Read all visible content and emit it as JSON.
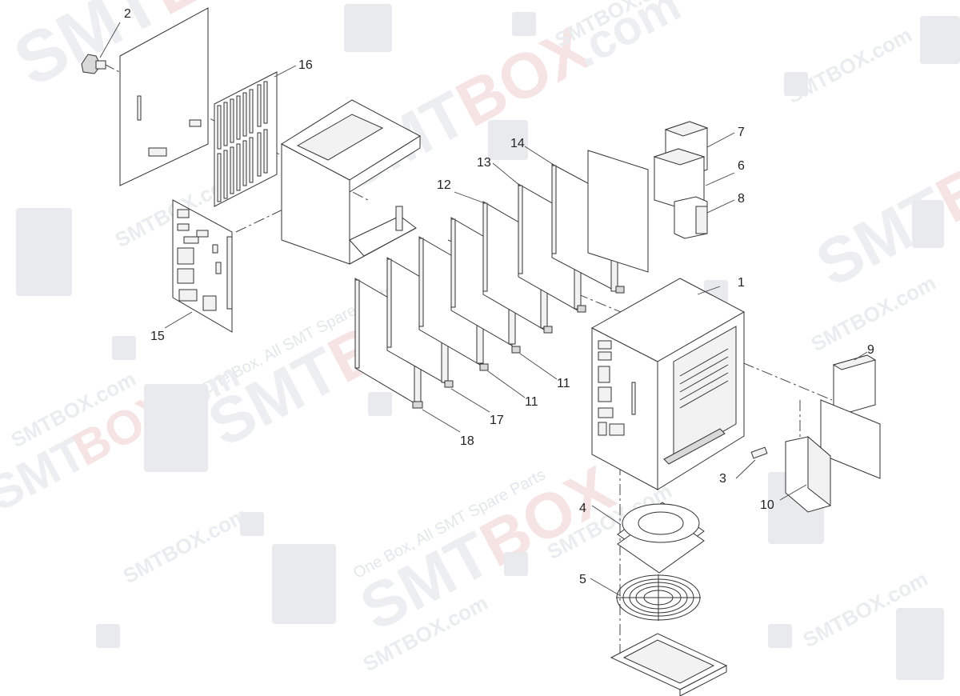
{
  "diagram": {
    "type": "exploded-view parts diagram",
    "colors": {
      "background": "#ffffff",
      "line": "#333333",
      "watermark_gray": "#e6e8ec",
      "watermark_red": "#f4dcdc"
    },
    "watermark": {
      "brand": "SMTBOX",
      "suffix": ".com",
      "tagline": "One Box, All SMT Spare Parts"
    },
    "callouts": [
      {
        "id": "c1",
        "label": "1",
        "part": "main-chassis-cabinet"
      },
      {
        "id": "c2",
        "label": "2",
        "part": "power-connector"
      },
      {
        "id": "c3",
        "label": "3",
        "part": "fuse-holder"
      },
      {
        "id": "c4",
        "label": "4",
        "part": "cooling-fan"
      },
      {
        "id": "c5",
        "label": "5",
        "part": "fan-guard"
      },
      {
        "id": "c6",
        "label": "6",
        "part": "power-supply-module-middle"
      },
      {
        "id": "c7",
        "label": "7",
        "part": "power-supply-module-top"
      },
      {
        "id": "c8",
        "label": "8",
        "part": "power-supply-module-bottom"
      },
      {
        "id": "c9",
        "label": "9",
        "part": "power-supply-unit"
      },
      {
        "id": "c10",
        "label": "10",
        "part": "battery-pack"
      },
      {
        "id": "c11a",
        "label": "11",
        "part": "pcb-card"
      },
      {
        "id": "c11b",
        "label": "11",
        "part": "pcb-card"
      },
      {
        "id": "c12",
        "label": "12",
        "part": "pcb-card"
      },
      {
        "id": "c13",
        "label": "13",
        "part": "pcb-card"
      },
      {
        "id": "c14",
        "label": "14",
        "part": "pcb-card"
      },
      {
        "id": "c15",
        "label": "15",
        "part": "io-board"
      },
      {
        "id": "c16",
        "label": "16",
        "part": "backplane"
      },
      {
        "id": "c17",
        "label": "17",
        "part": "pcb-card"
      },
      {
        "id": "c18",
        "label": "18",
        "part": "pcb-card"
      }
    ]
  }
}
